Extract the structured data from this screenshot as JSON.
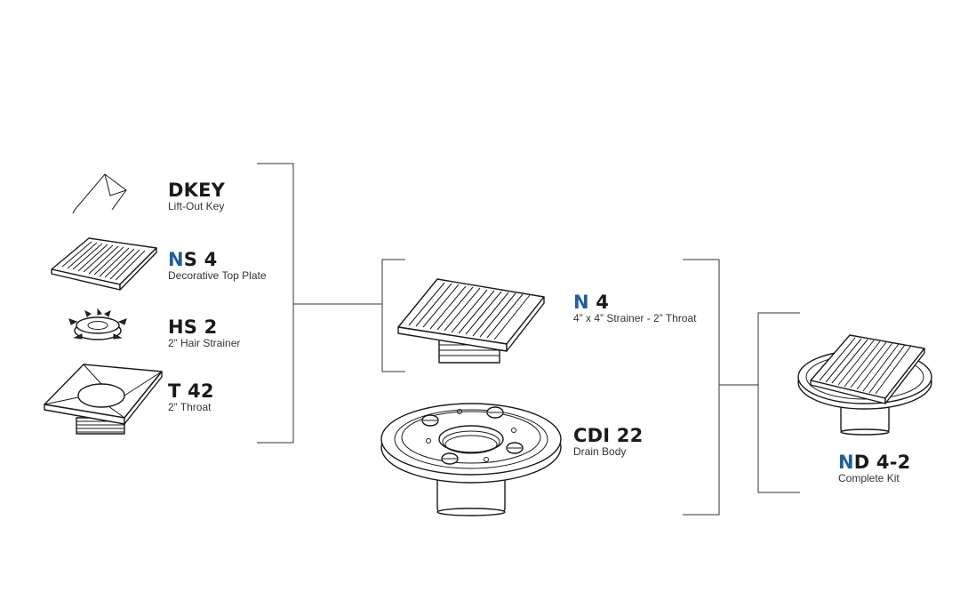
{
  "components": [
    {
      "id": "dkey",
      "code_accent": "",
      "code_rest": "DKEY",
      "description": "Lift-Out Key",
      "icon": "lift-out-key-icon"
    },
    {
      "id": "ns4",
      "code_accent": "N",
      "code_rest": "S 4",
      "description": "Decorative Top Plate",
      "icon": "top-plate-icon"
    },
    {
      "id": "hs2",
      "code_accent": "",
      "code_rest": "HS 2",
      "description": "2” Hair Strainer",
      "icon": "hair-strainer-icon"
    },
    {
      "id": "t42",
      "code_accent": "",
      "code_rest": "T 42",
      "description": "2” Throat",
      "icon": "throat-icon"
    }
  ],
  "assemblies": [
    {
      "id": "n4",
      "code_accent": "N",
      "code_rest": " 4",
      "description": "4” x 4” Strainer - 2” Throat",
      "icon": "strainer-icon"
    },
    {
      "id": "cdi22",
      "code_accent": "",
      "code_rest": "CDI 22",
      "description": "Drain Body",
      "icon": "drain-body-icon"
    }
  ],
  "kit": {
    "id": "nd42",
    "code_accent": "N",
    "code_rest": "D 4-2",
    "description": "Complete Kit",
    "icon": "complete-kit-icon"
  },
  "colors": {
    "accent": "#1f5f9e",
    "text": "#1a1a1a",
    "line": "#333333"
  }
}
